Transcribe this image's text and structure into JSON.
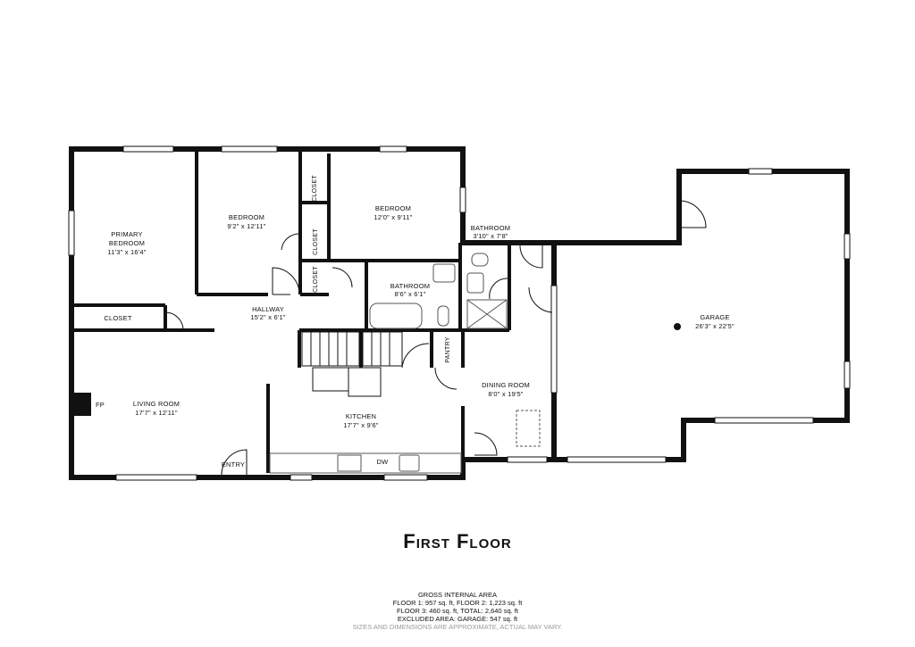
{
  "rooms": {
    "primary_bedroom": {
      "name": "PRIMARY\nBEDROOM",
      "dims": "11'3\" x 16'4\""
    },
    "bedroom_1": {
      "name": "BEDROOM",
      "dims": "9'2\" x 12'11\""
    },
    "bedroom_2": {
      "name": "BEDROOM",
      "dims": "12'0\" x 9'11\""
    },
    "bathroom_1": {
      "name": "BATHROOM",
      "dims": "3'10\" x 7'8\""
    },
    "bathroom_2": {
      "name": "BATHROOM",
      "dims": "8'6\" x 6'1\""
    },
    "hallway": {
      "name": "HALLWAY",
      "dims": "15'2\" x 6'1\""
    },
    "living_room": {
      "name": "LIVING ROOM",
      "dims": "17'7\" x 12'11\""
    },
    "kitchen": {
      "name": "KITCHEN",
      "dims": "17'7\" x 9'6\""
    },
    "dining_room": {
      "name": "DINING ROOM",
      "dims": "8'0\" x 19'5\""
    },
    "garage": {
      "name": "GARAGE",
      "dims": "26'3\" x 22'5\""
    }
  },
  "labels": {
    "closet_primary": "CLOSET",
    "closet_vertical": "CLOSET",
    "pantry": "PANTRY",
    "entry": "ENTRY",
    "fireplace": "FP",
    "dishwasher": "DW"
  },
  "floor_title": "First Floor",
  "area_summary": {
    "heading": "GROSS INTERNAL AREA",
    "line1": "FLOOR 1: 957 sq. ft, FLOOR 2: 1,223 sq. ft",
    "line2": "FLOOR 3: 460 sq. ft, TOTAL: 2,640 sq. ft",
    "line3": "EXCLUDED AREA: GARAGE: 547  sq. ft",
    "disclaimer": "SIZES AND DIMENSIONS ARE APPROXIMATE, ACTUAL MAY VARY."
  },
  "colors": {
    "wall": "#111111",
    "fixture": "#555555",
    "background": "#ffffff"
  }
}
